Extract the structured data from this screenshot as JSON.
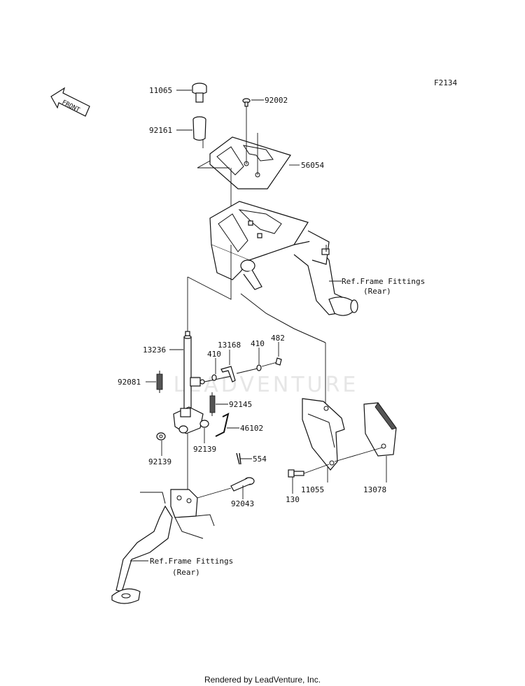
{
  "diagram_code": "F2134",
  "watermark": "LEADVENTURE",
  "footer": "Rendered by LeadVenture, Inc.",
  "front_arrow_label": "FRONT",
  "labels": {
    "p11065": "11065",
    "p92002": "92002",
    "p92161": "92161",
    "p56054": "56054",
    "ref_frame_upper_1": "Ref.Frame Fittings",
    "ref_frame_upper_2": "(Rear)",
    "p13236": "13236",
    "p13168": "13168",
    "p410a": "410",
    "p410b": "410",
    "p482": "482",
    "p92081": "92081",
    "p92145": "92145",
    "p46102": "46102",
    "p92139a": "92139",
    "p92139b": "92139",
    "p554": "554",
    "p92043": "92043",
    "p130": "130",
    "p11055": "11055",
    "p13078": "13078",
    "ref_frame_lower_1": "Ref.Frame Fittings",
    "ref_frame_lower_2": "(Rear)"
  }
}
